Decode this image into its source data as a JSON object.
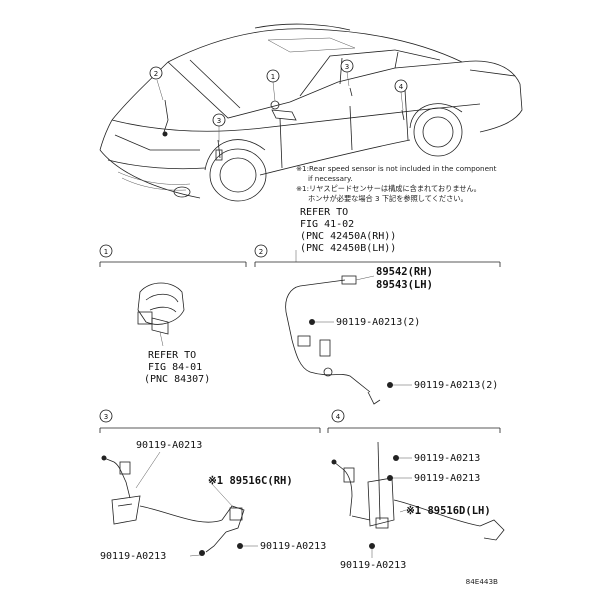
{
  "figure_id": "84E443B",
  "overview": {
    "callouts": [
      "1",
      "2",
      "3",
      "4"
    ],
    "note_en_line1": "※1:Rear speed sensor is not included in the component",
    "note_en_line2": "if necessary.",
    "note_jp_line1": "※1:リヤスピードセンサーは構成に含まれておりません。",
    "note_jp_line2": "ホンサが必要な場合 3 下記を参照してください。",
    "refer_title": "REFER TO",
    "refer_fig": "FIG 41-02",
    "refer_pnc_rh": "(PNC 42450A(RH))",
    "refer_pnc_lh": "(PNC 42450B(LH))"
  },
  "panels": {
    "p1": {
      "index": "1",
      "refer_title": "REFER TO",
      "refer_fig": "FIG 84-01",
      "refer_pnc": "(PNC 84307)"
    },
    "p2": {
      "index": "2",
      "part_rh": "89542(RH)",
      "part_lh": "89543(LH)",
      "bolt_upper": "90119-A0213(2)",
      "bolt_lower": "90119-A0213(2)"
    },
    "p3": {
      "index": "3",
      "bolt_top": "90119-A0213",
      "sensor": "※1 89516C(RH)",
      "bolt_bottom_left": "90119-A0213",
      "bolt_bottom_right": "90119-A0213"
    },
    "p4": {
      "index": "4",
      "bolt_top1": "90119-A0213",
      "bolt_top2": "90119-A0213",
      "sensor": "※1 89516D(LH)",
      "bolt_bottom": "90119-A0213"
    }
  }
}
